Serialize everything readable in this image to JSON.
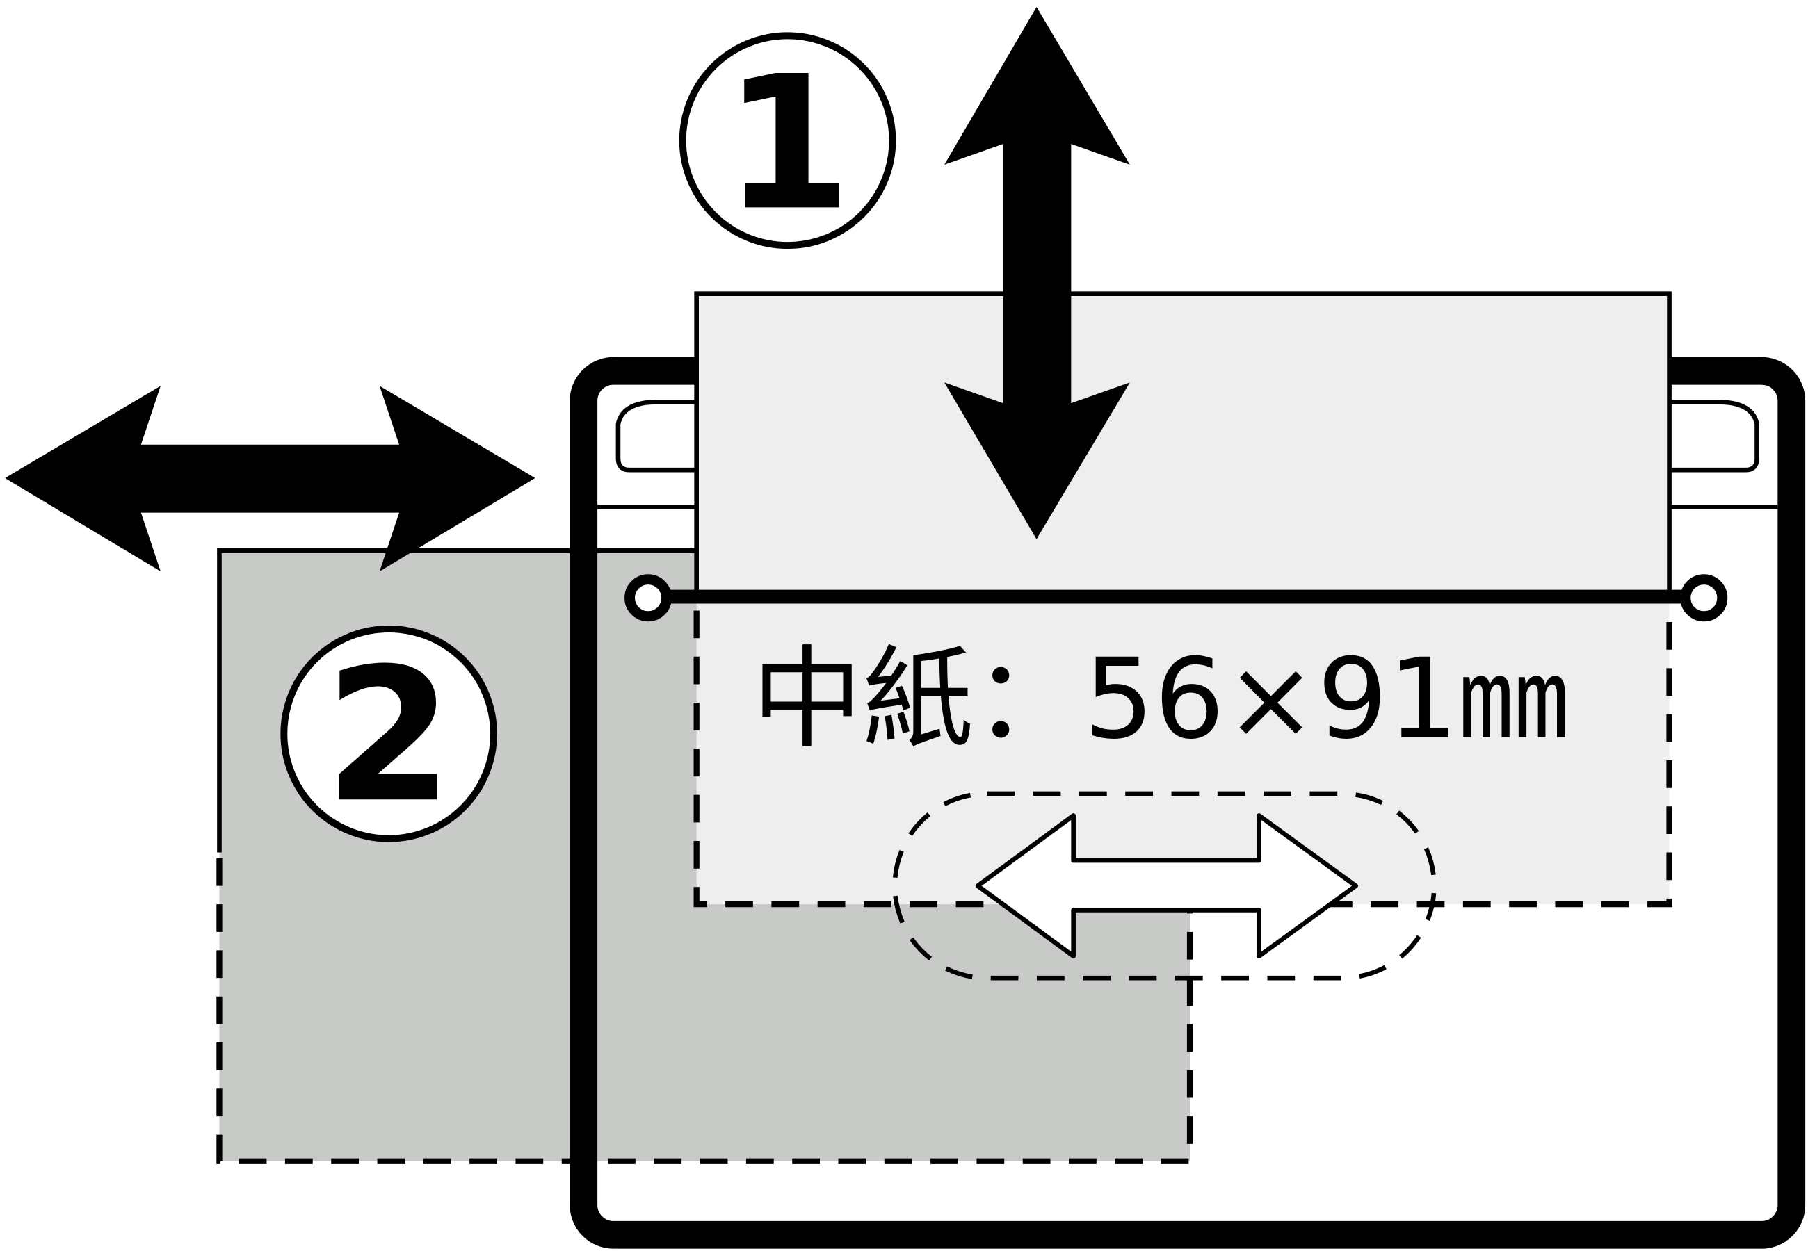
{
  "diagram": {
    "step1_marker": "①",
    "step1_number": "1",
    "step2_marker": "②",
    "step2_number": "2",
    "insert_paper_label": "中紙：56×91㎜",
    "colors": {
      "outline": "#000000",
      "insert_paper_fill": "#eeeeee",
      "back_card_fill": "#c8cac8",
      "background": "#ffffff"
    }
  }
}
